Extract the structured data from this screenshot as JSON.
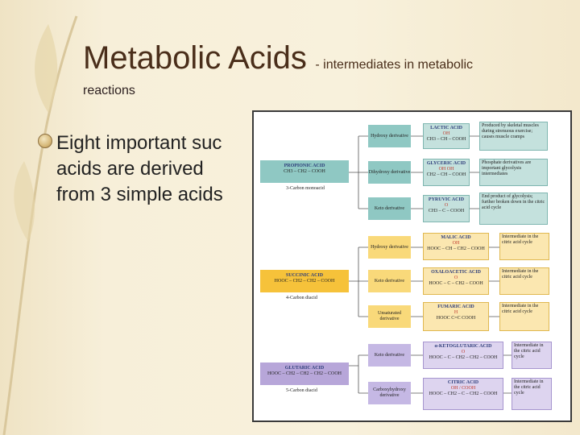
{
  "title": {
    "main": "Metabolic Acids",
    "sub": "- intermediates in metabolic",
    "line2": "reactions"
  },
  "bullet": {
    "text": [
      "Eight important suc",
      "acids are derived",
      "from 3 simple acids"
    ]
  },
  "figure": {
    "groups": [
      {
        "acid": "PROPIONIC ACID",
        "formula": "CH3 – CH2 – COOH",
        "caption": "3-Carbon monoacid",
        "rows": [
          {
            "derivative": "Hydroxy derivative",
            "product": "LACTIC ACID",
            "product_formula": "CH3 – CH – COOH",
            "marker": "OH",
            "note": "Produced by skeletal muscles during strenuous exercise; causes muscle cramps"
          },
          {
            "derivative": "Dihydroxy derivative",
            "product": "GLYCERIC ACID",
            "product_formula": "CH2 – CH – COOH",
            "marker": "OH OH",
            "note": "Phosphate derivatives are important glycolysis intermediates"
          },
          {
            "derivative": "Keto derivative",
            "product": "PYRUVIC ACID",
            "product_formula": "CH3 – C – COOH",
            "marker": "O",
            "note": "End product of glycolysis; further broken down in the citric acid cycle"
          }
        ]
      },
      {
        "acid": "SUCCINIC ACID",
        "formula": "HOOC – CH2 – CH2 – COOH",
        "caption": "4-Carbon diacid",
        "rows": [
          {
            "derivative": "Hydroxy derivative",
            "product": "MALIC ACID",
            "product_formula": "HOOC – CH – CH2 – COOH",
            "marker": "OH",
            "note": "Intermediate in the citric acid cycle"
          },
          {
            "derivative": "Keto derivative",
            "product": "OXALOACETIC ACID",
            "product_formula": "HOOC – C – CH2 – COOH",
            "marker": "O",
            "note": "Intermediate in the citric acid cycle"
          },
          {
            "derivative": "Unsaturated derivative",
            "product": "FUMARIC ACID",
            "product_formula": "HOOC  C=C  COOH",
            "marker": "H",
            "note": "Intermediate in the citric acid cycle"
          }
        ]
      },
      {
        "acid": "GLUTARIC ACID",
        "formula": "HOOC – CH2 – CH2 – CH2 – COOH",
        "caption": "5-Carbon diacid",
        "rows": [
          {
            "derivative": "Keto derivative",
            "product": "α-KETOGLUTARIC ACID",
            "product_formula": "HOOC – C – CH2 – CH2 – COOH",
            "marker": "O",
            "note": "Intermediate in the citric acid cycle"
          },
          {
            "derivative": "Carboxyhydroxy derivative",
            "product": "CITRIC ACID",
            "product_formula": "HOOC – CH2 – C – CH2 – COOH",
            "marker": "OH / COOH",
            "note": "Intermediate in the citric acid cycle"
          }
        ]
      }
    ]
  }
}
